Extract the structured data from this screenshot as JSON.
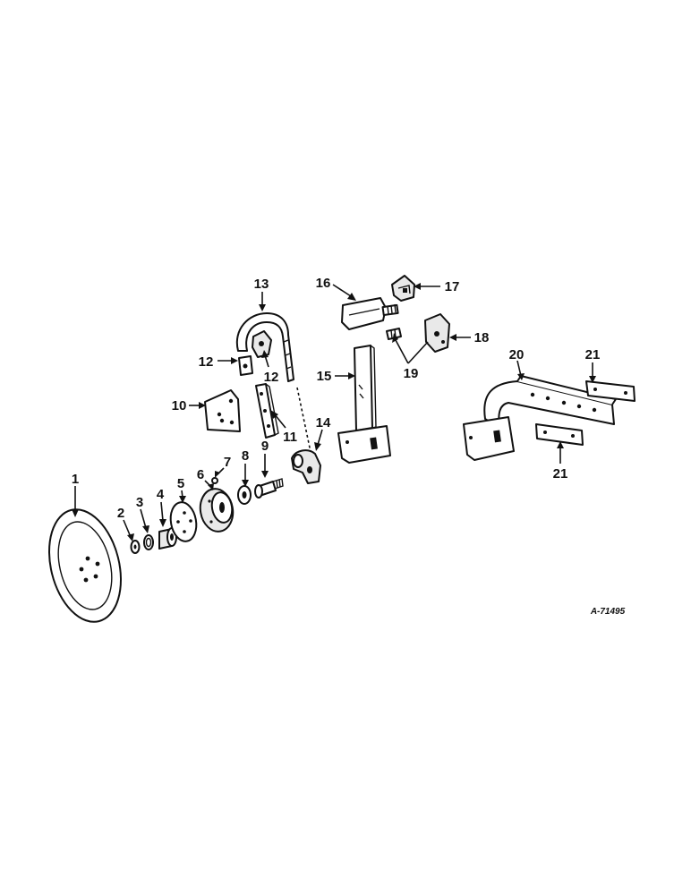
{
  "drawing_code": "A-71495",
  "callouts": [
    {
      "id": "1",
      "text": "1"
    },
    {
      "id": "2",
      "text": "2"
    },
    {
      "id": "3",
      "text": "3"
    },
    {
      "id": "4",
      "text": "4"
    },
    {
      "id": "5",
      "text": "5"
    },
    {
      "id": "6",
      "text": "6"
    },
    {
      "id": "7",
      "text": "7"
    },
    {
      "id": "8",
      "text": "8"
    },
    {
      "id": "9",
      "text": "9"
    },
    {
      "id": "10",
      "text": "10"
    },
    {
      "id": "11",
      "text": "11"
    },
    {
      "id": "12a",
      "text": "12"
    },
    {
      "id": "12b",
      "text": "12"
    },
    {
      "id": "13",
      "text": "13"
    },
    {
      "id": "14",
      "text": "14"
    },
    {
      "id": "15",
      "text": "15"
    },
    {
      "id": "16",
      "text": "16"
    },
    {
      "id": "17",
      "text": "17"
    },
    {
      "id": "18",
      "text": "18"
    },
    {
      "id": "19",
      "text": "19"
    },
    {
      "id": "20",
      "text": "20"
    },
    {
      "id": "21a",
      "text": "21"
    },
    {
      "id": "21b",
      "text": "21"
    }
  ]
}
